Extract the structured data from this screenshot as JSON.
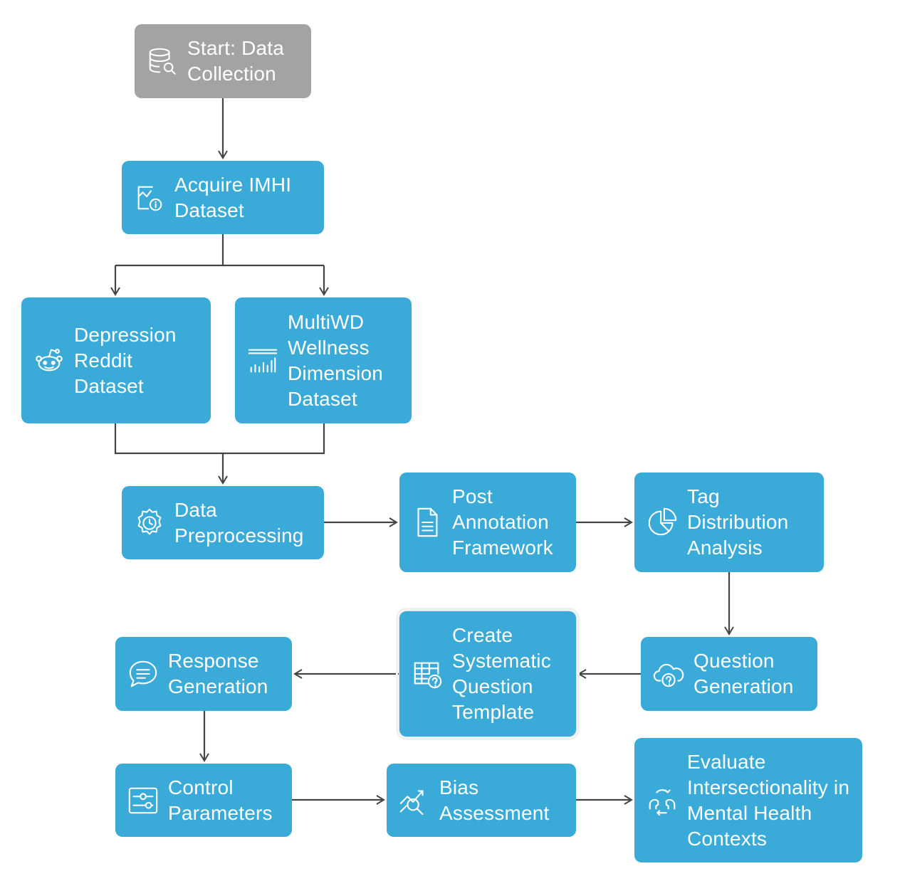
{
  "nodes": {
    "start": {
      "label": "Start: Data Collection",
      "icon": "database-search-icon"
    },
    "acquire": {
      "label": "Acquire IMHI Dataset",
      "icon": "chart-info-icon"
    },
    "depression": {
      "label": "Depression Reddit Dataset",
      "icon": "reddit-icon"
    },
    "multiwd": {
      "label": "MultiWD Wellness Dimension Dataset",
      "icon": "bar-chart-icon"
    },
    "preprocessing": {
      "label": "Data Preprocessing",
      "icon": "gear-clock-icon"
    },
    "annotation": {
      "label": "Post Annotation Framework",
      "icon": "document-icon"
    },
    "tag": {
      "label": "Tag Distribution Analysis",
      "icon": "pie-chart-icon"
    },
    "question": {
      "label": "Question Generation",
      "icon": "cloud-question-icon"
    },
    "template": {
      "label": "Create Systematic Question Template",
      "icon": "table-question-icon"
    },
    "response": {
      "label": "Response Generation",
      "icon": "chat-bubble-icon"
    },
    "control": {
      "label": "Control Parameters",
      "icon": "sliders-icon"
    },
    "bias": {
      "label": "Bias Assessment",
      "icon": "trend-search-icon"
    },
    "evaluate": {
      "label": "Evaluate Intersectionality in Mental Health Contexts",
      "icon": "heads-cycle-icon"
    }
  },
  "colors": {
    "node": "#3aaad8",
    "start": "#a3a3a3",
    "connector": "#444444",
    "text": "#ffffff"
  }
}
